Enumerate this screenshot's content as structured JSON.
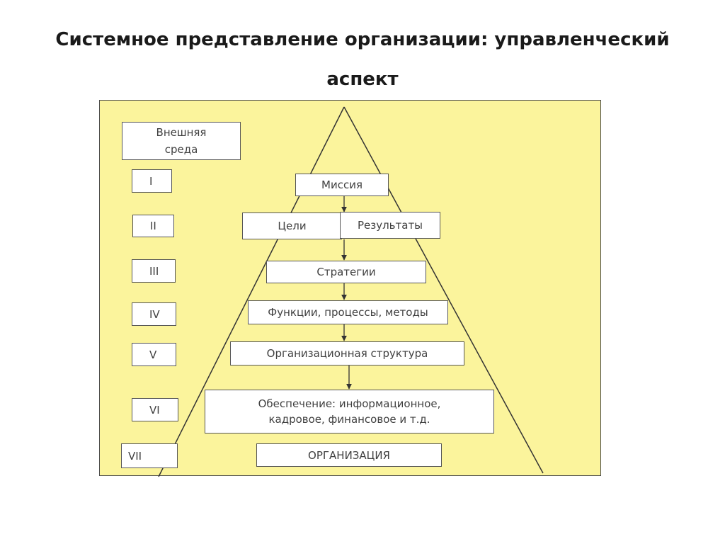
{
  "slide": {
    "title": "Системное представление организации: управленческий аспект"
  },
  "diagram": {
    "environment_label": "Внешняя\nсреда",
    "levels": [
      "I",
      "II",
      "III",
      "IV",
      "V",
      "VI",
      "VII"
    ],
    "blocks": {
      "mission": "Миссия",
      "goals": "Цели",
      "results": "Результаты",
      "strategies": "Стратегии",
      "functions": "Функции, процессы, методы",
      "structure": "Организационная структура",
      "support": "Обеспечение: информационное,\nкадровое, финансовое и т.д.",
      "organization": "ОРГАНИЗАЦИЯ"
    },
    "colors": {
      "background": "#fbf49c",
      "box_fill": "#ffffff",
      "line": "#333333"
    }
  }
}
